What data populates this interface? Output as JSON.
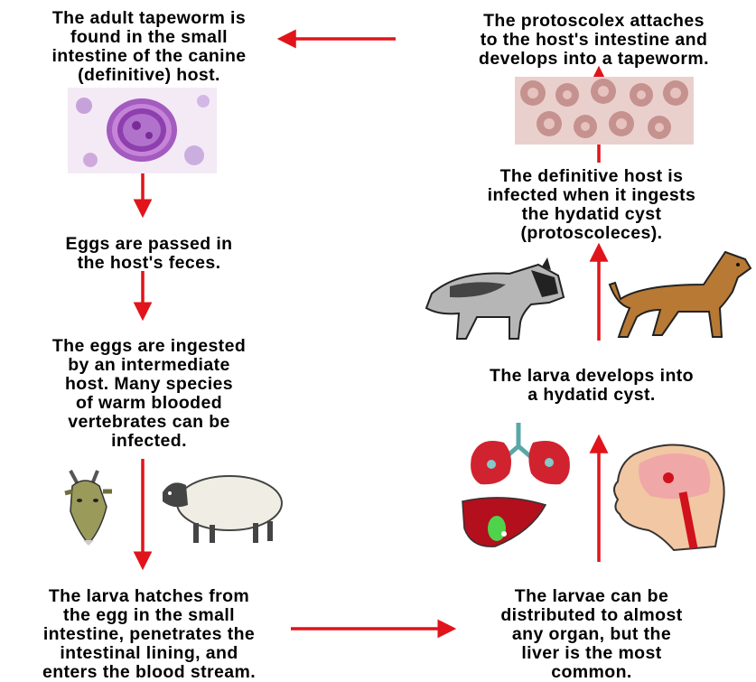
{
  "steps": {
    "adult": "The adult tapeworm is\nfound in the small\nintestine of the canine\n(definitive) host.",
    "eggs_passed": "Eggs are passed in\nthe host's feces.",
    "eggs_ingested": "The eggs are ingested\nby an intermediate\nhost.  Many species\nof warm blooded\nvertebrates can be\ninfected.",
    "larva_hatches": "The larva hatches from\nthe egg in the small\nintestine, penetrates the\nintestinal lining, and\nenters the blood stream.",
    "larvae_distributed": "The larvae can be\ndistributed to almost\nany organ, but the\nliver is the most\ncommon.",
    "hydatid_cyst": "The larva develops into\na hydatid cyst.",
    "definitive_infected": "The definitive host is\ninfected when it ingests\nthe hydatid cyst\n(protoscoleces).",
    "protoscolex": "The protoscolex attaches\nto the host's intestine and\ndevelops into a tapeworm."
  },
  "colors": {
    "arrow": "#e0141a",
    "text": "#000000"
  },
  "icons": [
    "egg-micrograph-icon",
    "goat-icon",
    "sheep-icon",
    "lungs-icon",
    "liver-icon",
    "brain-head-icon",
    "wolf-icon",
    "dog-icon",
    "protoscolex-tissue-icon"
  ]
}
